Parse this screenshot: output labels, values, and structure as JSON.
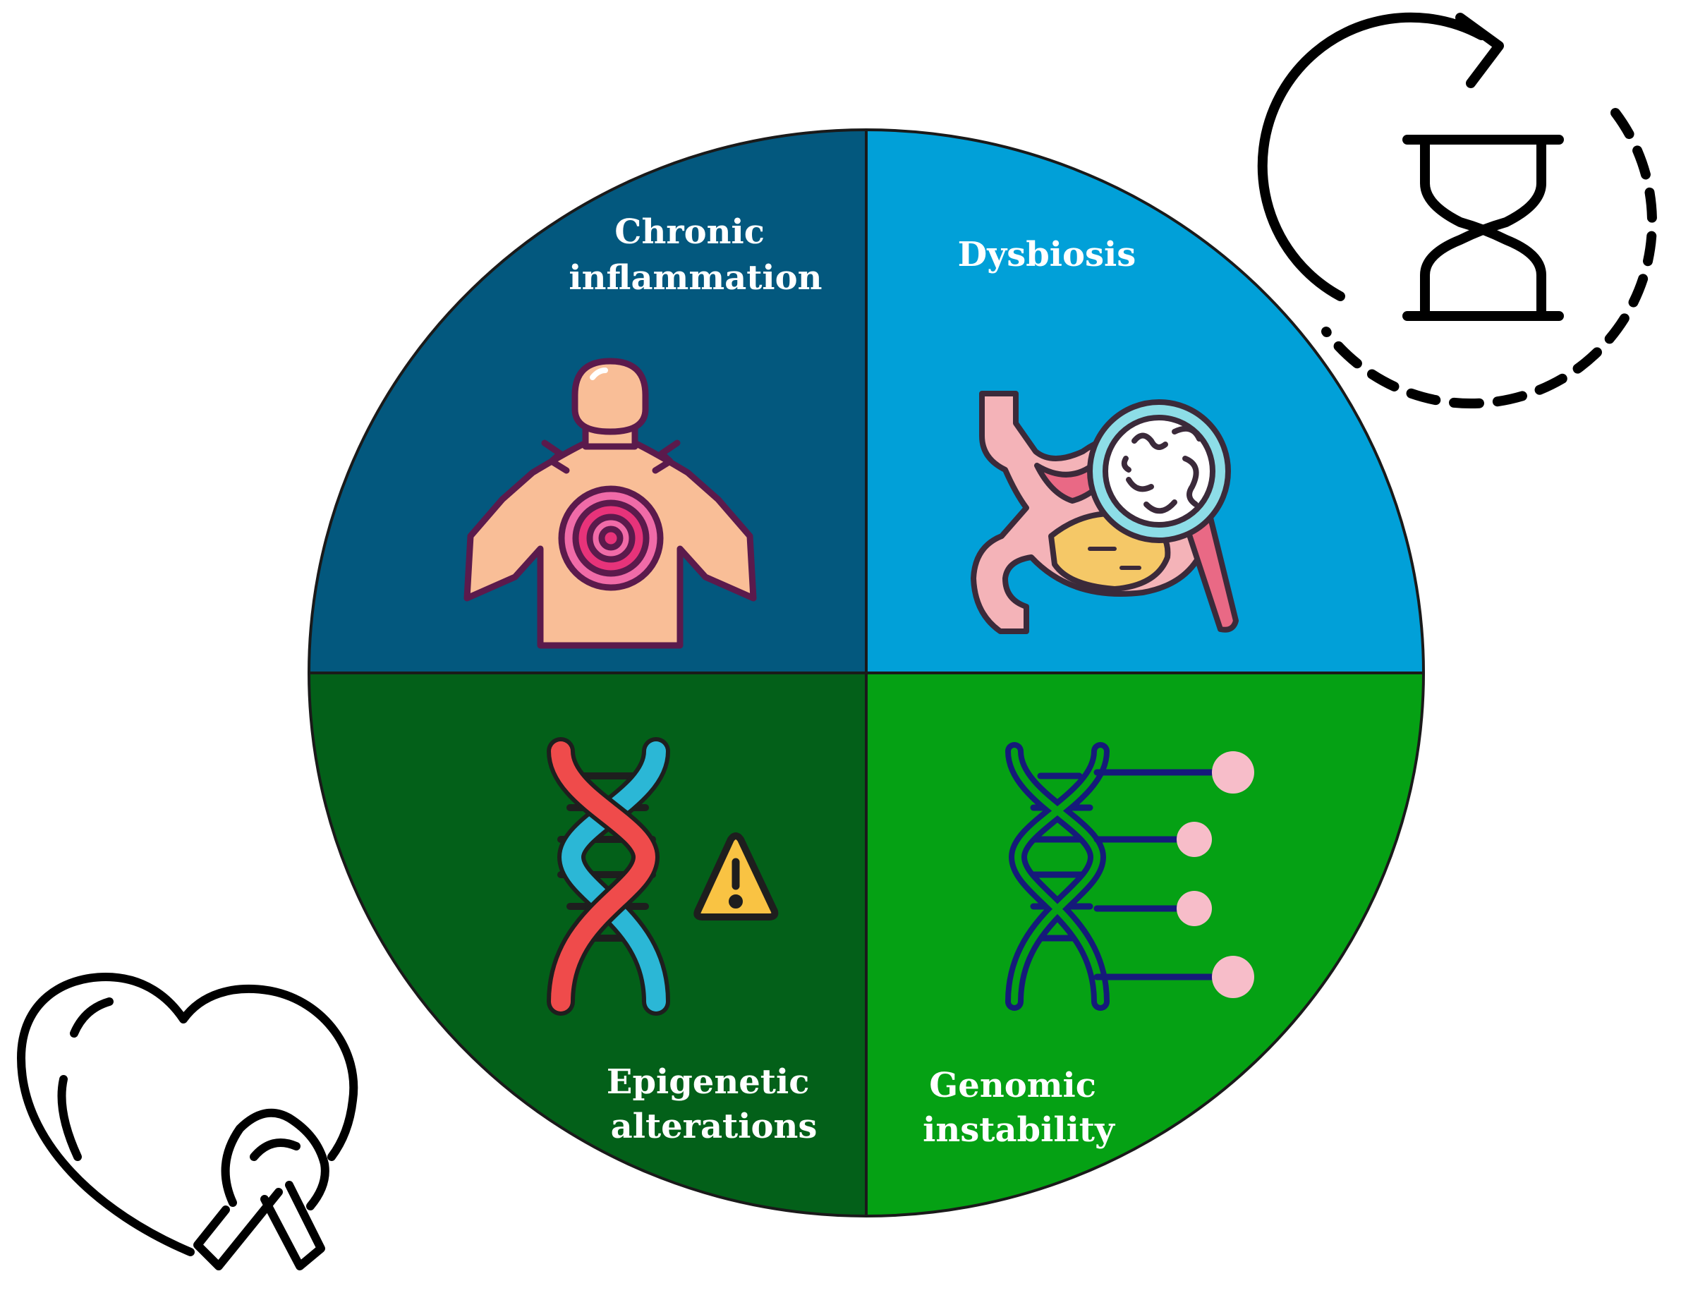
{
  "diagram": {
    "quadrants": [
      {
        "id": "chronic-inflammation",
        "label_lines": [
          "Chronic",
          "inflammation"
        ],
        "color": "#03587E",
        "icon": "inflamed-chest-person-icon"
      },
      {
        "id": "dysbiosis",
        "label_lines": [
          "Dysbiosis"
        ],
        "color": "#01A0D8",
        "icon": "stomach-magnifier-bacteria-icon"
      },
      {
        "id": "epigenetic-alterations",
        "label_lines": [
          "Epigenetic",
          "alterations"
        ],
        "color": "#036019",
        "icon": "dna-warning-icon"
      },
      {
        "id": "genomic-instability",
        "label_lines": [
          "Genomic",
          "instability"
        ],
        "color": "#05A114",
        "icon": "dna-markers-icon"
      }
    ],
    "outline_color": "#1a1a1a",
    "decorations": [
      "hourglass-cycle-icon",
      "heart-ribbon-icon"
    ]
  }
}
